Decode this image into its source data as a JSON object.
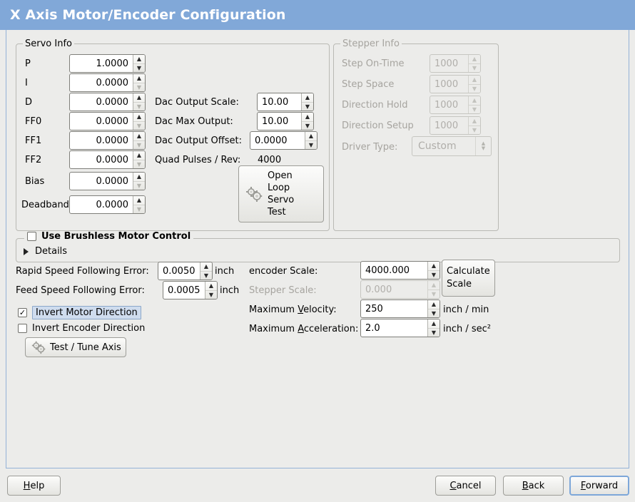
{
  "window": {
    "title": "X Axis Motor/Encoder Configuration",
    "title_bar_color": "#81a8d8",
    "background_color": "#ececea"
  },
  "servo_info": {
    "legend": "Servo Info",
    "fields": [
      {
        "label": "P",
        "value": "1.0000"
      },
      {
        "label": "I",
        "value": "0.0000"
      },
      {
        "label": "D",
        "value": "0.0000"
      },
      {
        "label": "FF0",
        "value": "0.0000"
      },
      {
        "label": "FF1",
        "value": "0.0000"
      },
      {
        "label": "FF2",
        "value": "0.0000"
      },
      {
        "label": "Bias",
        "value": "0.0000"
      },
      {
        "label": "Deadband",
        "value": "0.0000"
      }
    ],
    "dac": [
      {
        "label": "Dac Output Scale:",
        "value": "10.00"
      },
      {
        "label": "Dac Max Output:",
        "value": "10.00"
      },
      {
        "label": "Dac Output Offset:",
        "value": "0.0000"
      }
    ],
    "quad_pulses_label": "Quad Pulses / Rev:",
    "quad_pulses_value": "4000",
    "open_loop_button": "Open\nLoop\nServo\nTest",
    "open_loop_lines": [
      "Open",
      "Loop",
      "Servo",
      "Test"
    ],
    "open_loop_icon": "gears-icon"
  },
  "stepper_info": {
    "legend": "Stepper Info",
    "disabled": true,
    "fields": [
      {
        "label": "Step On-Time",
        "value": "1000"
      },
      {
        "label": "Step Space",
        "value": "1000"
      },
      {
        "label": "Direction Hold",
        "value": "1000"
      },
      {
        "label": "Direction Setup",
        "value": "1000"
      }
    ],
    "driver_type_label": "Driver Type:",
    "driver_type_value": "Custom"
  },
  "brushless": {
    "checkbox_label": "Use Brushless Motor Control",
    "checked": false,
    "details_label": "Details",
    "details_expanded": false
  },
  "following_errors": [
    {
      "label": "Rapid Speed Following Error:",
      "value": "0.0050",
      "unit": "inch"
    },
    {
      "label": "Feed Speed Following Error:",
      "value": "0.0005",
      "unit": "inch"
    }
  ],
  "invert": {
    "motor_label": "Invert Motor Direction",
    "motor_checked": true,
    "motor_focused": true,
    "encoder_label": "Invert Encoder Direction",
    "encoder_checked": false
  },
  "test_tune_button": {
    "label": "Test / Tune Axis",
    "icon": "gears-icon"
  },
  "scales": [
    {
      "label": "encoder Scale:",
      "value": "4000.000",
      "unit": "",
      "disabled": false
    },
    {
      "label": "Stepper Scale:",
      "value": "0.000",
      "unit": "",
      "disabled": true
    },
    {
      "label": "Maximum Velocity:",
      "value": "250",
      "unit": "inch / min",
      "disabled": false,
      "mnemonic": "V"
    },
    {
      "label": "Maximum Acceleration:",
      "value": "2.0",
      "unit": "inch / sec²",
      "disabled": false,
      "mnemonic": "A"
    }
  ],
  "calculate_scale_button": {
    "lines": [
      "Calculate",
      "Scale"
    ]
  },
  "action_bar": {
    "help": "Help",
    "help_mnemonic": "H",
    "cancel": "Cancel",
    "cancel_mnemonic": "C",
    "back": "Back",
    "back_mnemonic": "B",
    "forward": "Forward",
    "forward_mnemonic": "F",
    "forward_focused": true
  }
}
